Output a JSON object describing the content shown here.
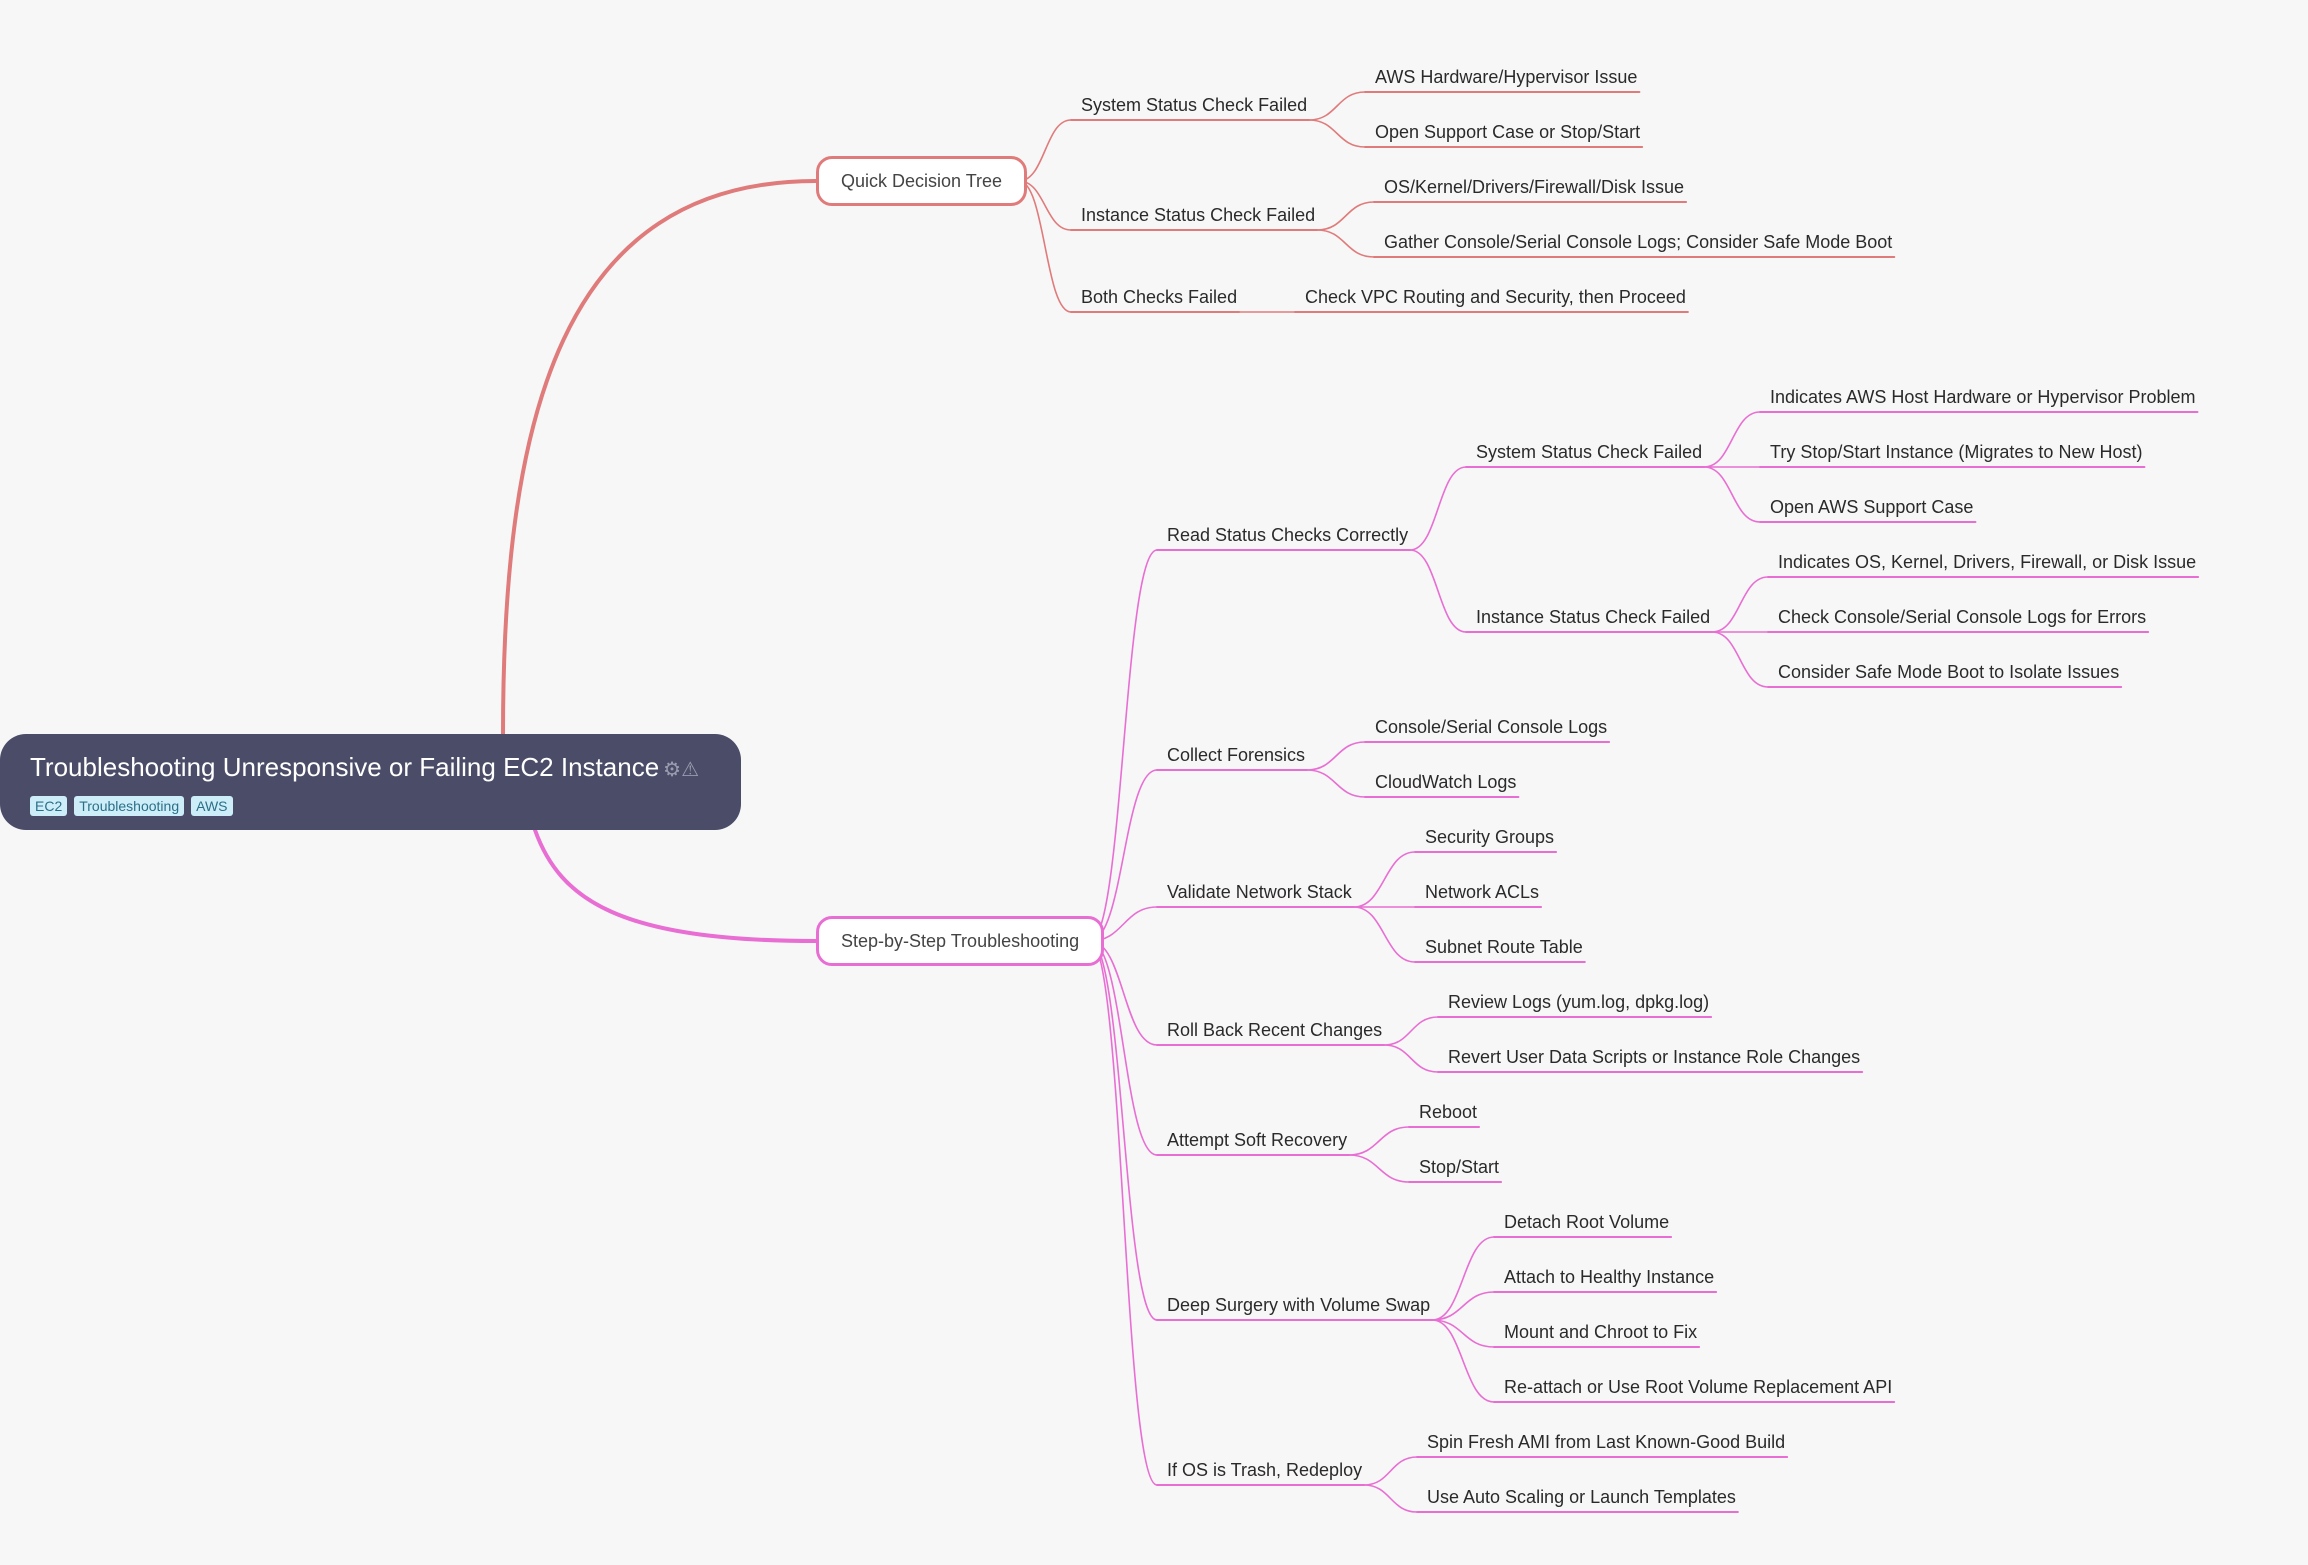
{
  "root": {
    "title": "Troubleshooting Unresponsive or Failing EC2 Instance",
    "icons": [
      "gear-icon",
      "warning-icon"
    ],
    "tags": [
      "EC2",
      "Troubleshooting",
      "AWS"
    ]
  },
  "colors": {
    "root_bg": "#4a4c68",
    "branch_quick": "#e07b7b",
    "branch_steps": "#e86ed4"
  },
  "quick": {
    "label": "Quick Decision Tree",
    "system": {
      "label": "System Status Check Failed",
      "children": [
        "AWS Hardware/Hypervisor Issue",
        "Open Support Case or Stop/Start"
      ]
    },
    "instance": {
      "label": "Instance Status Check Failed",
      "children": [
        "OS/Kernel/Drivers/Firewall/Disk Issue",
        "Gather Console/Serial Console Logs; Consider Safe Mode Boot"
      ]
    },
    "both": {
      "label": "Both Checks Failed",
      "children": [
        "Check VPC Routing and Security, then Proceed"
      ]
    }
  },
  "steps": {
    "label": "Step-by-Step Troubleshooting",
    "read": {
      "label": "Read Status Checks Correctly",
      "system": {
        "label": "System Status Check Failed",
        "children": [
          "Indicates AWS Host Hardware or Hypervisor Problem",
          "Try Stop/Start Instance (Migrates to New Host)",
          "Open AWS Support Case"
        ]
      },
      "instance": {
        "label": "Instance Status Check Failed",
        "children": [
          "Indicates OS, Kernel, Drivers, Firewall, or Disk Issue",
          "Check Console/Serial Console Logs for Errors",
          "Consider Safe Mode Boot to Isolate Issues"
        ]
      }
    },
    "forensics": {
      "label": "Collect Forensics",
      "children": [
        "Console/Serial Console Logs",
        "CloudWatch Logs"
      ]
    },
    "network": {
      "label": "Validate Network Stack",
      "children": [
        "Security Groups",
        "Network ACLs",
        "Subnet Route Table"
      ]
    },
    "rollback": {
      "label": "Roll Back Recent Changes",
      "children": [
        "Review Logs (yum.log, dpkg.log)",
        "Revert User Data Scripts or Instance Role Changes"
      ]
    },
    "soft": {
      "label": "Attempt Soft Recovery",
      "children": [
        "Reboot",
        "Stop/Start"
      ]
    },
    "surgery": {
      "label": "Deep Surgery with Volume Swap",
      "children": [
        "Detach Root Volume",
        "Attach to Healthy Instance",
        "Mount and Chroot to Fix",
        "Re-attach or Use Root Volume Replacement API"
      ]
    },
    "redeploy": {
      "label": "If OS is Trash, Redeploy",
      "children": [
        "Spin Fresh AMI from Last Known-Good Build",
        "Use Auto Scaling or Launch Templates"
      ]
    }
  }
}
